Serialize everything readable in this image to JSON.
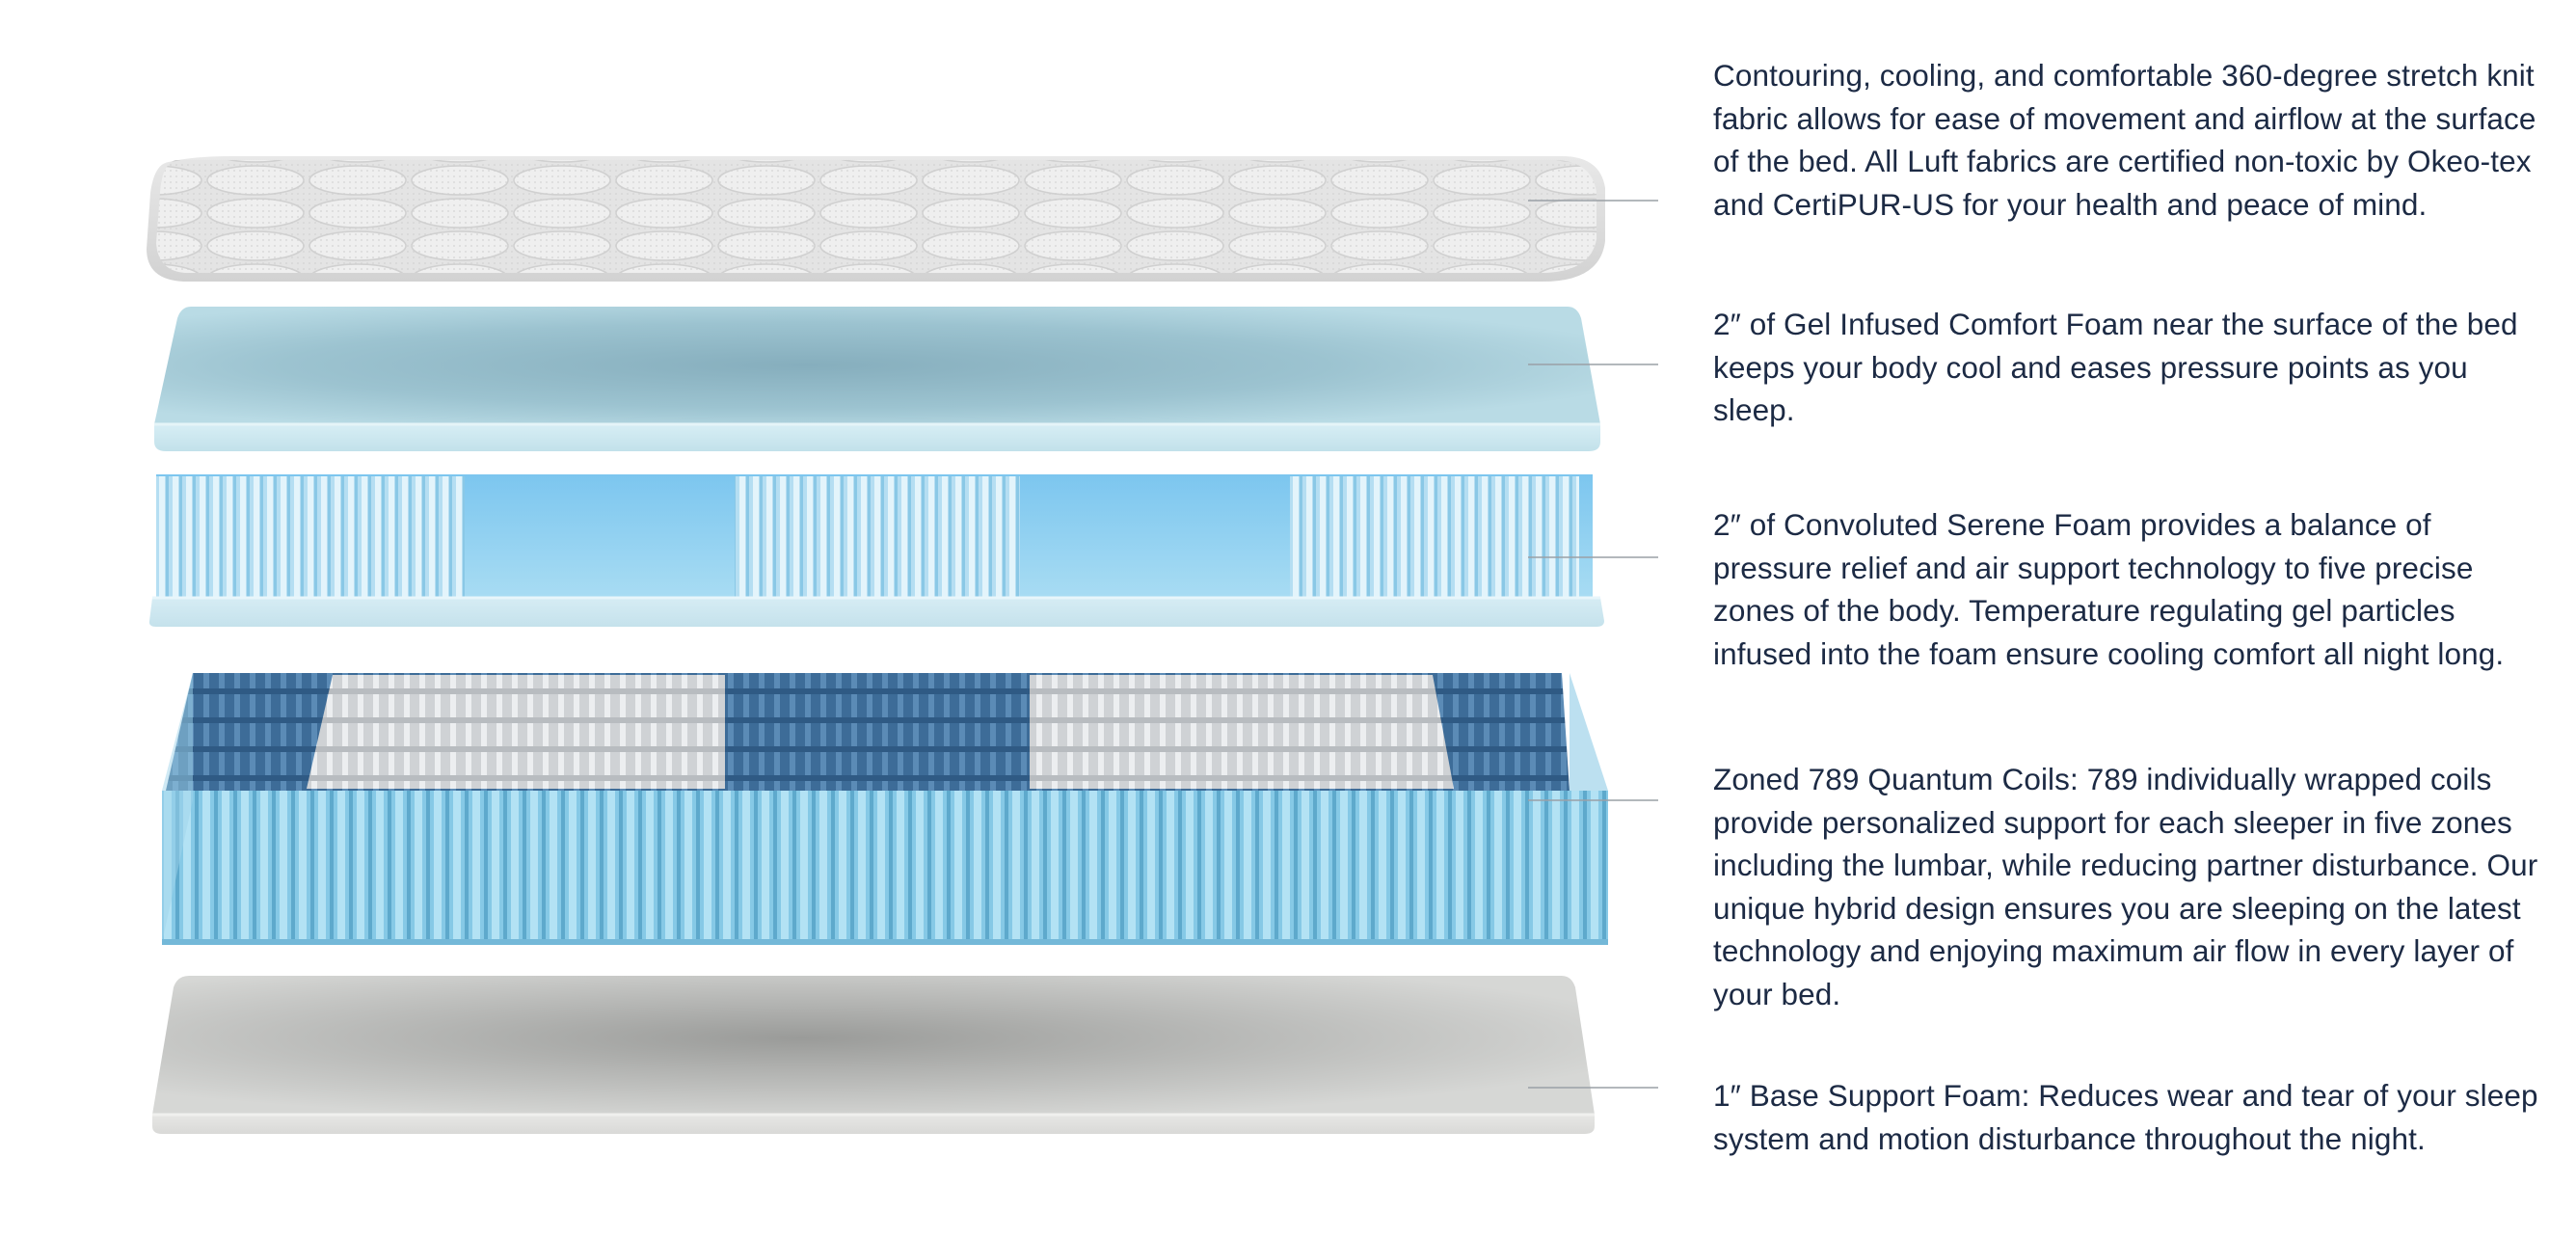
{
  "layers": [
    {
      "name": "stretch-knit-fabric-cover",
      "description": "Contouring, cooling, and comfortable 360-degree stretch knit fabric allows for ease of movement and airflow at the surface of the bed. All Luft fabrics are certified non-toxic by Okeo-tex and CertiPUR-US for your health and peace of mind."
    },
    {
      "name": "gel-infused-comfort-foam",
      "description": "2″ of Gel Infused Comfort Foam near the surface of the bed keeps your body cool and eases pressure points as you sleep."
    },
    {
      "name": "convoluted-serene-foam",
      "description": "2″ of Convoluted Serene Foam provides a balance of pressure relief and air support technology to five precise zones of the body. Temperature regulating gel particles infused into the foam ensure cooling comfort all night long."
    },
    {
      "name": "zoned-789-quantum-coils",
      "description": "Zoned 789 Quantum Coils: 789 individually wrapped coils provide personalized support for each sleeper in five zones including the lumbar, while reducing partner disturbance. Our unique hybrid design ensures you are sleeping on the latest technology and enjoying maximum air flow in every layer of your bed."
    },
    {
      "name": "base-support-foam",
      "description": "1″ Base Support Foam: Reduces wear and tear of your sleep system and motion disturbance throughout the night."
    }
  ],
  "colors": {
    "text": "#1c2a44",
    "leader_line": "#9aa0a6",
    "fabric": "#e6e6e6",
    "gel_foam": "#a9d3e0",
    "convoluted_foam": "#bfe1f0",
    "coil_blue": "#7fc3e0",
    "coil_dark": "#3f6f9a",
    "coil_grey": "#d4d6d8",
    "base_foam": "#cdcecc"
  }
}
